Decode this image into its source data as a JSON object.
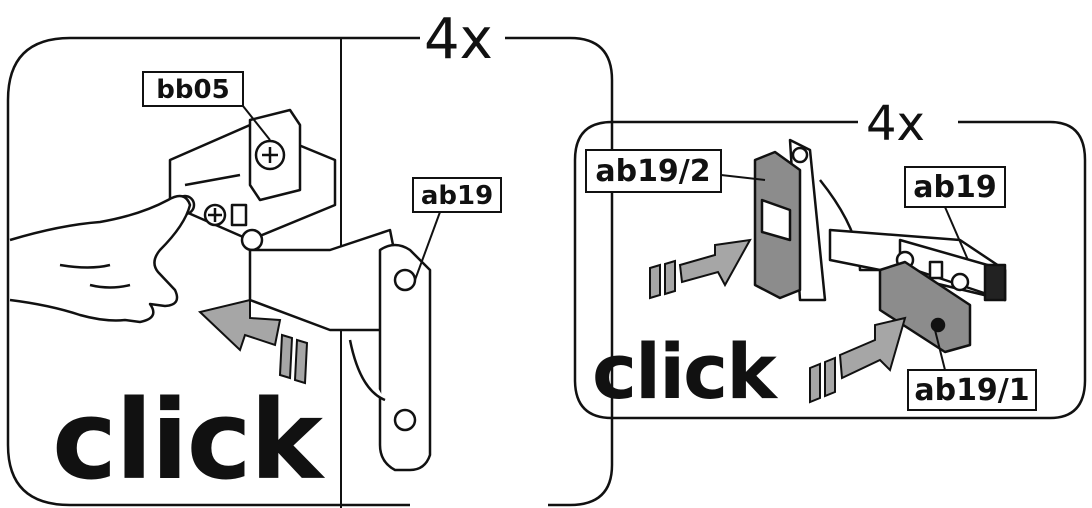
{
  "left_panel": {
    "count": "4x",
    "click": "click",
    "labels": {
      "top": "bb05",
      "hinge": "ab19"
    }
  },
  "right_panel": {
    "count": "4x",
    "click": "click",
    "labels": {
      "plate": "ab19/2",
      "hinge": "ab19",
      "cup": "ab19/1"
    }
  },
  "colors": {
    "line": "#111111",
    "arrow_fill": "#a6a6a6",
    "part_fill": "#8c8c8c",
    "panel_bg": "#ffffff"
  }
}
